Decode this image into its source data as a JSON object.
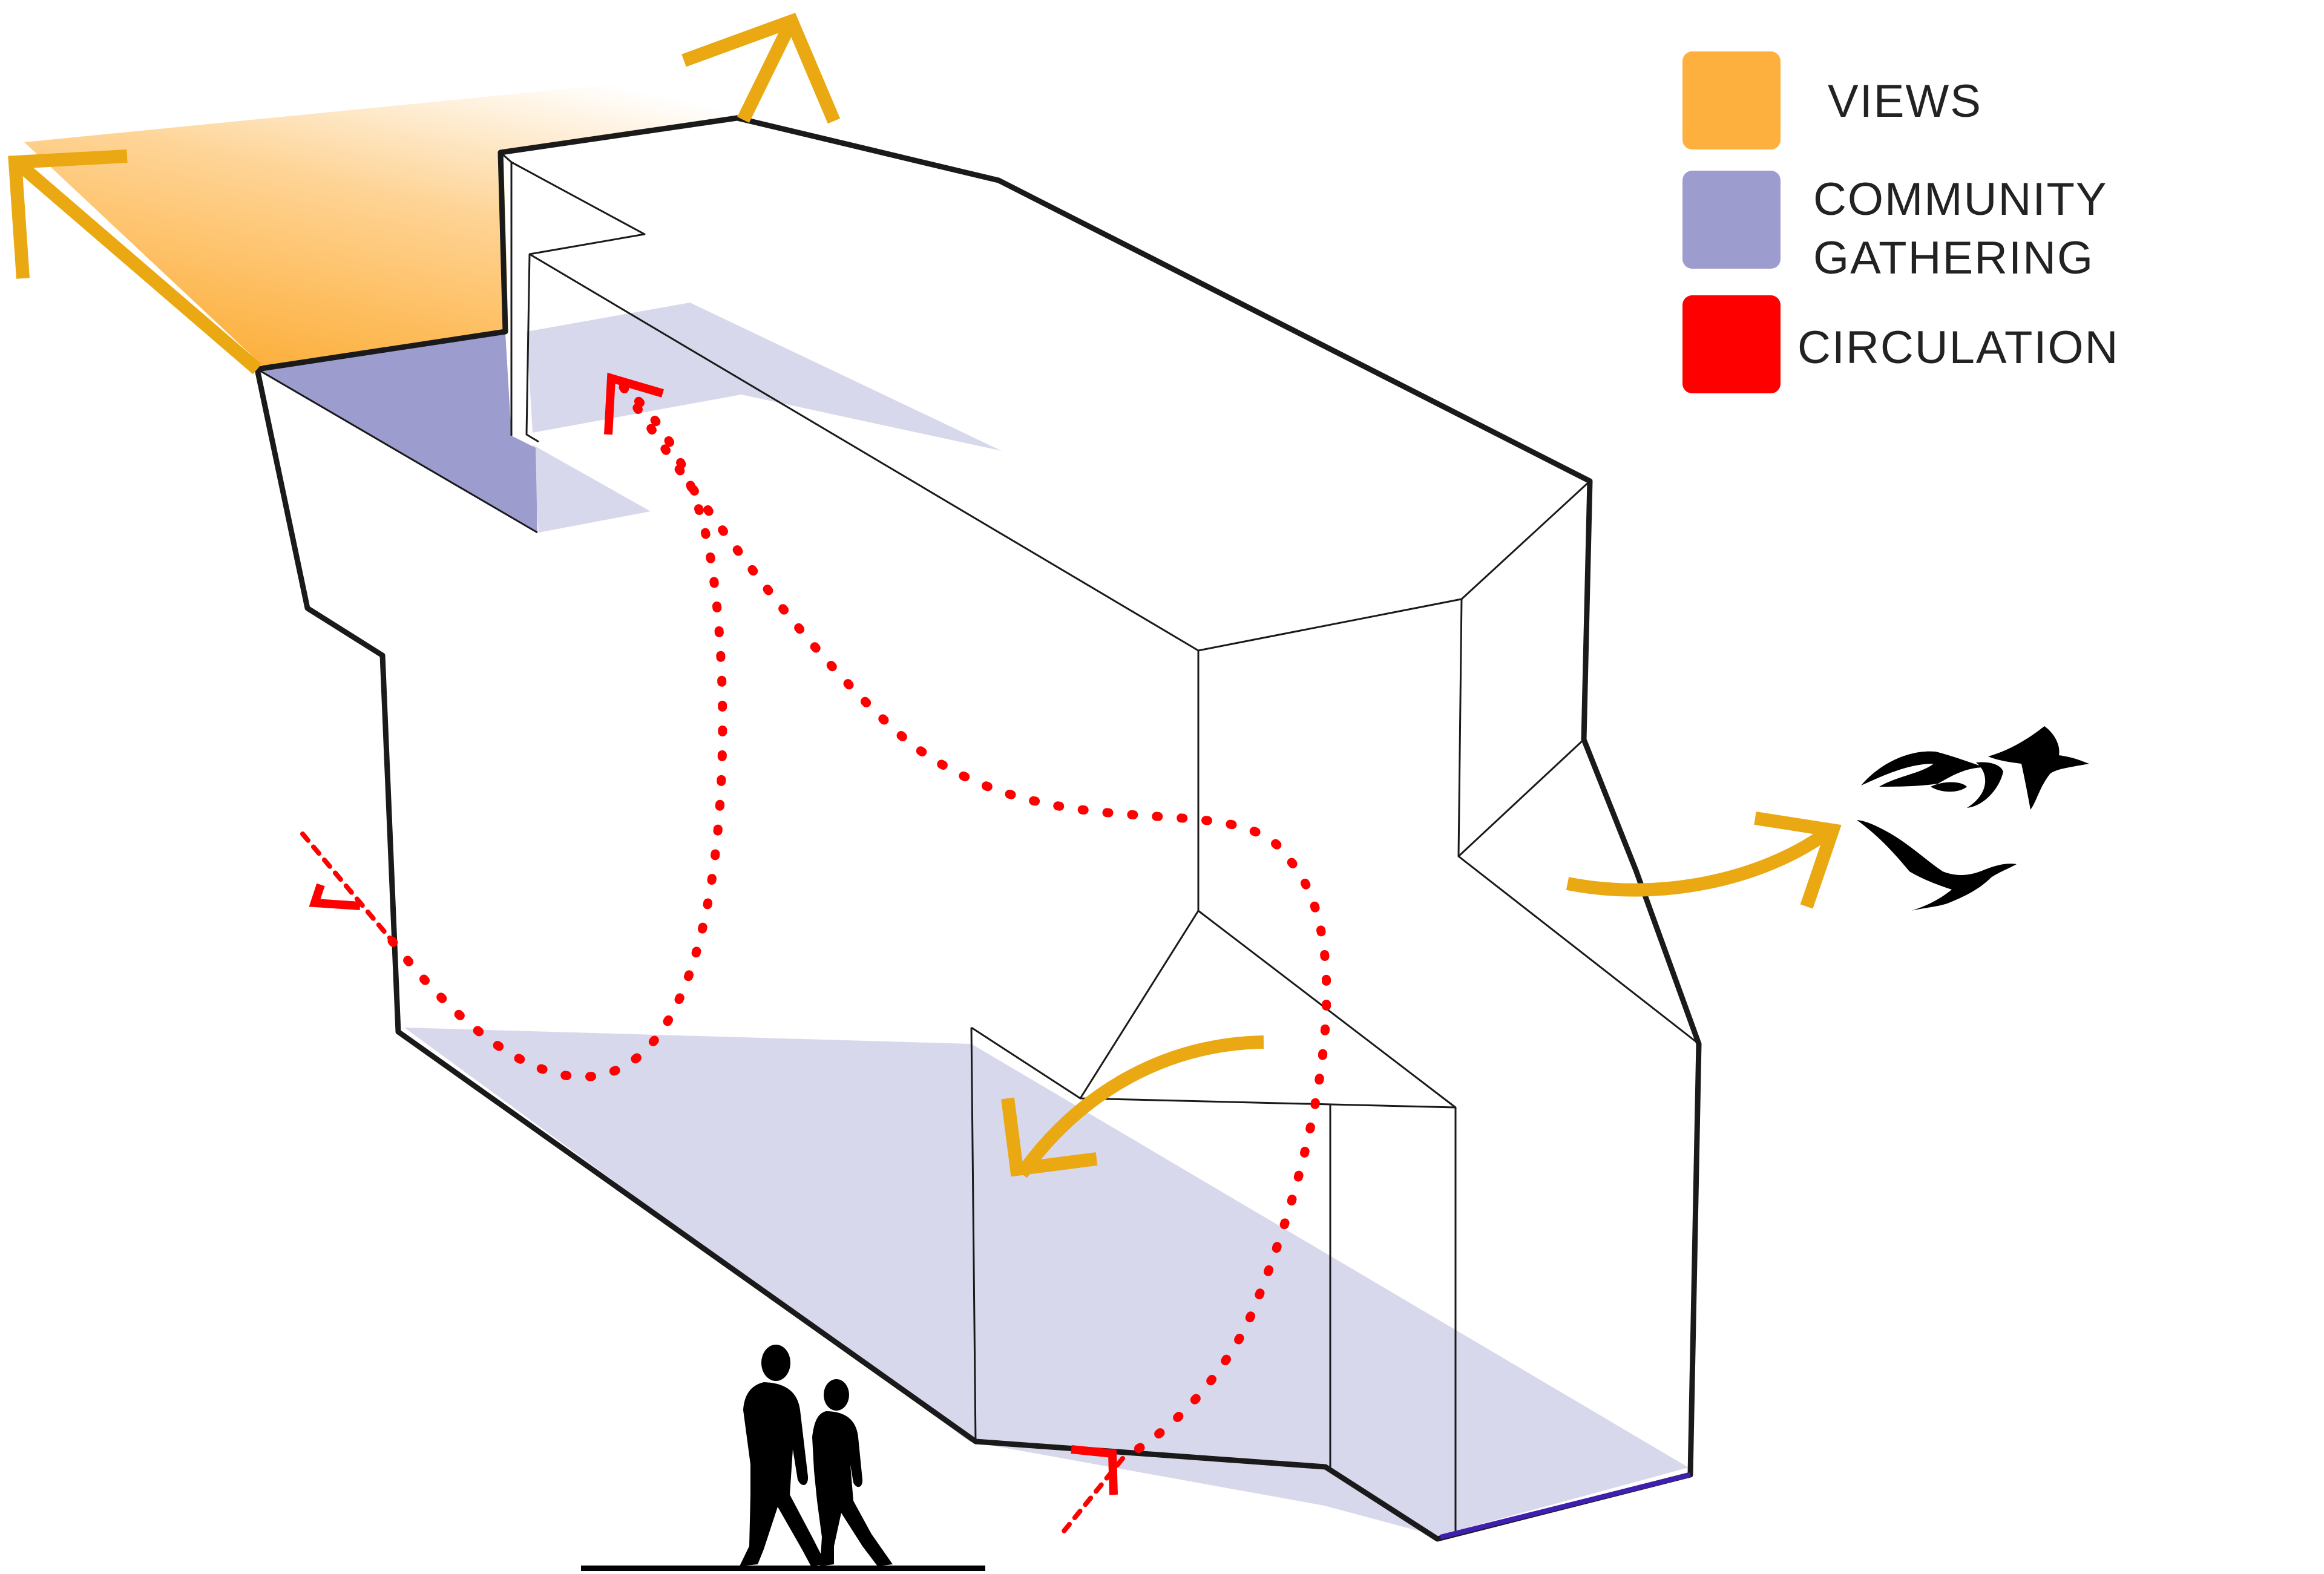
{
  "legend": {
    "items": [
      {
        "id": "views",
        "lines": [
          "VIEWS"
        ],
        "color": "#FDB03E"
      },
      {
        "id": "community",
        "lines": [
          "COMMUNITY",
          "GATHERING"
        ],
        "color": "#9D9CCF"
      },
      {
        "id": "circulation",
        "lines": [
          "CIRCULATION"
        ],
        "color": "#FF0000"
      }
    ]
  },
  "colors": {
    "outline": "#1a1a1a",
    "view_arrow": "#EAA912",
    "view_glow": "#FDB03E",
    "community_light": "#D8D8EC",
    "community_dark": "#9D9CCF",
    "circulation": "#FF0000",
    "silhouette": "#000000"
  },
  "icons": {
    "people": "walking-people-silhouette-icon",
    "birds": "flying-birds-silhouette-icon"
  }
}
